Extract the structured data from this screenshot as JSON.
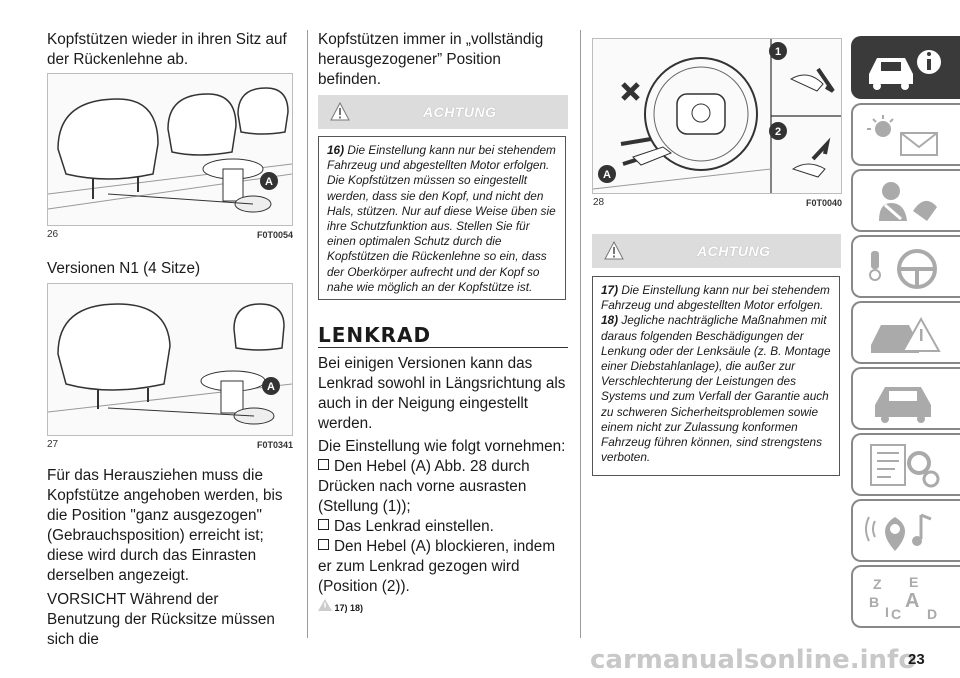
{
  "col1": {
    "intro": "Kopfstützen wieder in ihren Sitz auf der Rückenlehne ab.",
    "fig26": {
      "num": "26",
      "code": "F0T0054",
      "marker": "A"
    },
    "versions": "Versionen N1 (4 Sitze)",
    "fig27": {
      "num": "27",
      "code": "F0T0341",
      "marker": "A"
    },
    "para1": "Für das Herausziehen muss die Kopfstütze angehoben werden, bis die Position \"ganz ausgezogen\" (Gebrauchsposition) erreicht ist; diese wird durch das Einrasten derselben angezeigt.",
    "para2": "VORSICHT Während der Benutzung der Rücksitze müssen sich die"
  },
  "col2": {
    "intro": "Kopfstützen immer in „vollständig herausgezogener” Position befinden.",
    "warning": {
      "title": "ACHTUNG",
      "num": "16)",
      "text": "Die Einstellung kann nur bei stehendem Fahrzeug und abgestellten Motor erfolgen. Die Kopfstützen müssen so eingestellt werden, dass sie den Kopf, und nicht den Hals, stützen. Nur auf diese Weise üben sie ihre Schutzfunktion aus. Stellen Sie für einen optimalen Schutz durch die Kopfstützen die Rückenlehne so ein, dass der Oberkörper aufrecht und der Kopf so nahe wie möglich an der Kopfstütze ist."
    },
    "section_title": "LENKRAD",
    "para1": "Bei einigen Versionen kann das Lenkrad sowohl in Längsrichtung als auch in der Neigung eingestellt werden.",
    "para2": "Die Einstellung wie folgt vornehmen:",
    "steps": [
      "Den Hebel (A) Abb. 28 durch Drücken nach vorne ausrasten (Stellung (1));",
      "Das Lenkrad einstellen.",
      "Den Hebel (A) blockieren, indem er zum Lenkrad gezogen wird (Position (2))."
    ],
    "refs": "17) 18)"
  },
  "col3": {
    "fig28": {
      "num": "28",
      "code": "F0T0040",
      "marker_a": "A",
      "marker_1": "1",
      "marker_2": "2"
    },
    "warning": {
      "title": "ACHTUNG",
      "items": [
        {
          "num": "17)",
          "text": "Die Einstellung kann nur bei stehendem Fahrzeug und abgestellten Motor erfolgen."
        },
        {
          "num": "18)",
          "text": "Jegliche nachträgliche Maßnahmen mit daraus folgenden Beschädigungen der Lenkung oder der Lenksäule (z. B. Montage einer Diebstahlanlage), die außer zur Verschlechterung der Leistungen des Systems und zum Verfall der Garantie auch zu schweren Sicherheitsproblemen sowie einem nicht zur Zulassung konformen Fahrzeug führen können, sind strengstens verboten."
        }
      ]
    }
  },
  "sidebar": {
    "tabs": [
      {
        "name": "car-info",
        "icon": "car-info-icon",
        "active": true
      },
      {
        "name": "dashboard-lights",
        "icon": "warning-lights-icon",
        "active": false
      },
      {
        "name": "safety",
        "icon": "safety-icon",
        "active": false
      },
      {
        "name": "driving",
        "icon": "steering-icon",
        "active": false
      },
      {
        "name": "emergency",
        "icon": "emergency-icon",
        "active": false
      },
      {
        "name": "maintenance",
        "icon": "car-service-icon",
        "active": false
      },
      {
        "name": "technical-data",
        "icon": "technical-data-icon",
        "active": false
      },
      {
        "name": "multimedia",
        "icon": "multimedia-icon",
        "active": false
      },
      {
        "name": "index",
        "icon": "index-icon",
        "active": false
      }
    ],
    "index_letters": [
      "Z",
      "E",
      "A",
      "B",
      "C",
      "D",
      "I"
    ]
  },
  "page_number": "23",
  "watermark": "carmanualsonline.info"
}
